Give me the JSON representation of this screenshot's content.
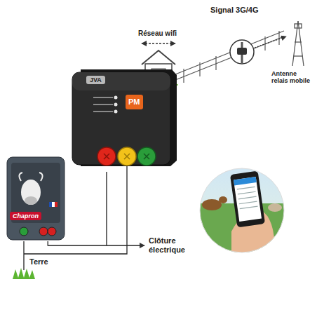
{
  "diagram": {
    "nodes": [
      {
        "text": [
          "JVA",
          "PM"
        ]
      },
      {
        "text": [
          "Chapron"
        ]
      }
    ],
    "edges": [
      {
        "from": 1,
        "to": 0,
        "arrow": "none"
      }
    ],
    "labels": [
      "Réseau wifi",
      "Signal 3G/4G",
      "Antenne relais mobile",
      "Clôture électrique",
      "Terre"
    ]
  }
}
